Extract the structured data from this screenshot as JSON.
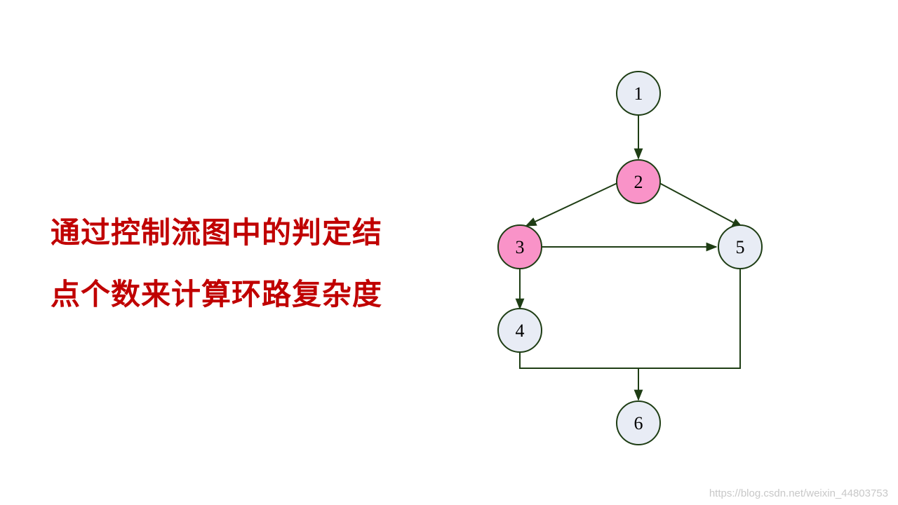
{
  "caption": {
    "line1": "通过控制流图中的判定结",
    "line2": "点个数来计算环路复杂度",
    "color": "#c00000"
  },
  "graph": {
    "nodes": [
      {
        "id": "n1",
        "label": "1",
        "decision": false
      },
      {
        "id": "n2",
        "label": "2",
        "decision": true
      },
      {
        "id": "n3",
        "label": "3",
        "decision": true
      },
      {
        "id": "n4",
        "label": "4",
        "decision": false
      },
      {
        "id": "n5",
        "label": "5",
        "decision": false
      },
      {
        "id": "n6",
        "label": "6",
        "decision": false
      }
    ],
    "edges": [
      {
        "from": "1",
        "to": "2"
      },
      {
        "from": "2",
        "to": "3"
      },
      {
        "from": "2",
        "to": "5"
      },
      {
        "from": "3",
        "to": "5"
      },
      {
        "from": "3",
        "to": "4"
      },
      {
        "from": "4",
        "to": "6"
      },
      {
        "from": "5",
        "to": "6"
      }
    ],
    "colors": {
      "normal_fill": "#e8ecf5",
      "decision_fill": "#f993c8",
      "stroke": "#1e3d14"
    }
  },
  "watermark": "https://blog.csdn.net/weixin_44803753"
}
